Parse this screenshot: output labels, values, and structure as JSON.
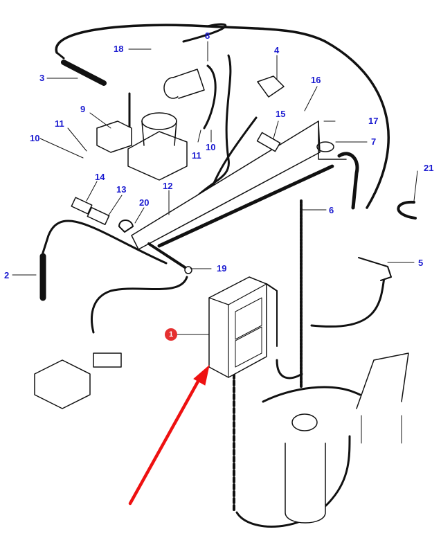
{
  "diagram": {
    "title": "Fuel system wiring harness exploded parts diagram",
    "colors": {
      "callout_text": "#1a1ad0",
      "line_art": "#111111",
      "highlight_badge": "#e53030",
      "arrow": "#ee1111"
    },
    "highlighted_part": "1",
    "callouts": [
      {
        "id": "c1",
        "label": "1",
        "part": "electronic-control-unit",
        "highlight": true
      },
      {
        "id": "c2",
        "label": "2",
        "part": "temperature-sensor"
      },
      {
        "id": "c3",
        "label": "3",
        "part": "pressure-switch"
      },
      {
        "id": "c4",
        "label": "4",
        "part": "sensor-connector"
      },
      {
        "id": "c5",
        "label": "5",
        "part": "speed-sensor"
      },
      {
        "id": "c6",
        "label": "6",
        "part": "wiring-harness"
      },
      {
        "id": "c7",
        "label": "7",
        "part": "elbow-connector"
      },
      {
        "id": "c8",
        "label": "8",
        "part": "ground-cable"
      },
      {
        "id": "c9",
        "label": "9",
        "part": "clamp-bracket"
      },
      {
        "id": "c10a",
        "label": "10",
        "part": "nut"
      },
      {
        "id": "c10b",
        "label": "10",
        "part": "nut"
      },
      {
        "id": "c11a",
        "label": "11",
        "part": "washer"
      },
      {
        "id": "c11b",
        "label": "11",
        "part": "washer"
      },
      {
        "id": "c12",
        "label": "12",
        "part": "mounting-rail"
      },
      {
        "id": "c13",
        "label": "13",
        "part": "spacer"
      },
      {
        "id": "c14",
        "label": "14",
        "part": "spacer"
      },
      {
        "id": "c15",
        "label": "15",
        "part": "spacer"
      },
      {
        "id": "c16",
        "label": "16",
        "part": "nut"
      },
      {
        "id": "c17",
        "label": "17",
        "part": "bolt"
      },
      {
        "id": "c18",
        "label": "18",
        "part": "label-plate"
      },
      {
        "id": "c19",
        "label": "19",
        "part": "bolt"
      },
      {
        "id": "c20",
        "label": "20",
        "part": "p-clip"
      },
      {
        "id": "c21",
        "label": "21",
        "part": "cable-tie"
      }
    ]
  }
}
